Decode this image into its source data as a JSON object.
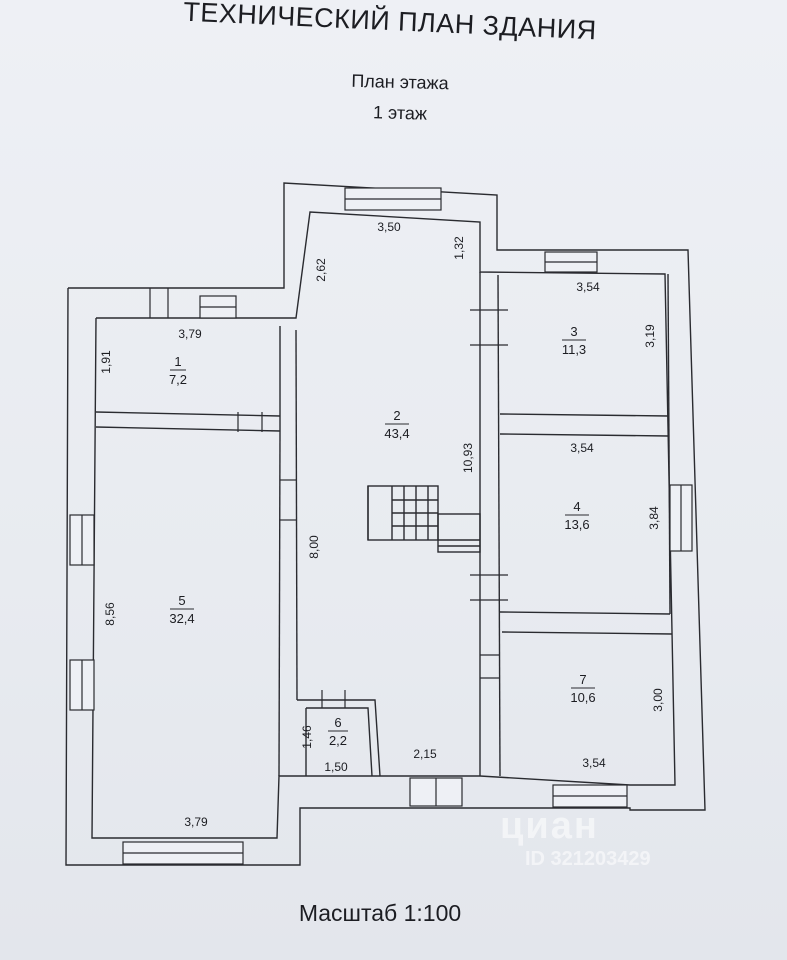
{
  "header": {
    "title": "ТЕХНИЧЕСКИЙ ПЛАН ЗДАНИЯ",
    "subtitle": "План этажа",
    "floor": "1 этаж"
  },
  "footer": {
    "scale": "Масштаб 1:100"
  },
  "watermark": {
    "brand": "циан",
    "id": "ID 321203429"
  },
  "rooms": [
    {
      "number": "1",
      "area": "7,2"
    },
    {
      "number": "2",
      "area": "43,4"
    },
    {
      "number": "3",
      "area": "11,3"
    },
    {
      "number": "4",
      "area": "13,6"
    },
    {
      "number": "5",
      "area": "32,4"
    },
    {
      "number": "6",
      "area": "2,2"
    },
    {
      "number": "7",
      "area": "10,6"
    }
  ],
  "dimensions": {
    "top_center": "3,50",
    "left_wing_width": "2,62",
    "right_notch": "1,32",
    "room1_width": "3,79",
    "room1_height": "1,91",
    "room2_length": "10,93",
    "room2_lower_width": "8,00",
    "room3_width": "3,54",
    "room3_height": "3,19",
    "room4_width": "3,54",
    "room4_height": "3,84",
    "room5_height": "8,56",
    "room5_width": "3,79",
    "room6_height": "1,46",
    "room6_width": "1,50",
    "corridor_bottom": "2,15",
    "room7_width": "3,54",
    "room7_height": "3,00"
  }
}
